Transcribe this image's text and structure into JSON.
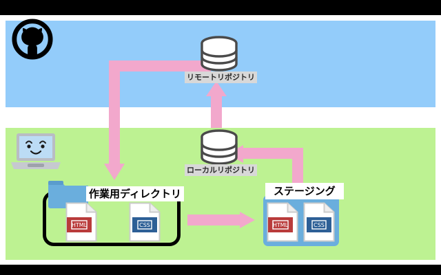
{
  "diagram": {
    "title": "Git workflow diagram",
    "bands": {
      "remote_band": {
        "name": "remote-area",
        "color": "#93ccfa"
      },
      "local_band": {
        "name": "local-machine-area",
        "color": "#bdf292"
      }
    },
    "colors": {
      "sky": "#93ccfa",
      "grass": "#bdf292",
      "arrow_pink": "#f2a8cc",
      "html_red": "#b93b3b",
      "css_blue": "#2d5f96",
      "folder_blue": "#6aaedd",
      "staging_blue": "#6aaedd",
      "label_gray": "#d8d8d8",
      "outline_black": "#000000"
    },
    "nodes": [
      {
        "id": "github",
        "icon": "github-octocat-icon",
        "label": ""
      },
      {
        "id": "remote_repo",
        "icon": "database-icon",
        "label": "リモートリポジトリ"
      },
      {
        "id": "local_repo",
        "icon": "database-icon",
        "label": "ローカルリポジトリ"
      },
      {
        "id": "laptop",
        "icon": "laptop-smiling-icon",
        "label": ""
      },
      {
        "id": "working_dir",
        "icon": "folder-icon",
        "label": "作業用ディレクトリ"
      },
      {
        "id": "staging",
        "icon": "staging-box-icon",
        "label": "ステージング"
      }
    ],
    "labels": {
      "remote_repository": "リモートリポジトリ",
      "local_repository": "ローカルリポジトリ",
      "working_directory": "作業用ディレクトリ",
      "staging": "ステージング"
    },
    "files": {
      "html": "HTML",
      "css": "CSS"
    },
    "arrows": [
      {
        "id": "clone",
        "from": "remote_repo",
        "to": "working_dir",
        "shape": "elbow-left-down",
        "color": "#f2a8cc"
      },
      {
        "id": "push",
        "from": "local_repo",
        "to": "remote_repo",
        "shape": "up",
        "color": "#f2a8cc"
      },
      {
        "id": "commit",
        "from": "staging",
        "to": "local_repo",
        "shape": "elbow-up-left",
        "color": "#f2a8cc"
      },
      {
        "id": "add",
        "from": "working_dir",
        "to": "staging",
        "shape": "right",
        "color": "#f2a8cc"
      }
    ]
  }
}
